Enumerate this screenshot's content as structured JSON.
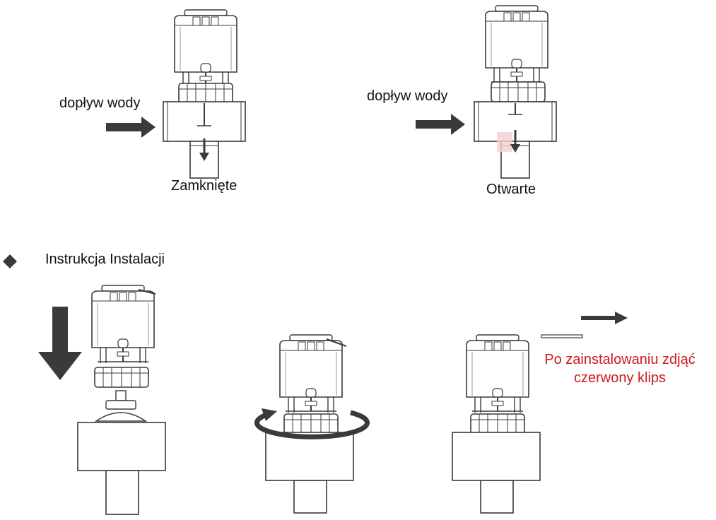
{
  "top_left": {
    "flow_label": "dopływ wody",
    "state_label": "Zamknięte"
  },
  "top_right": {
    "flow_label": "dopływ wody",
    "state_label": "Otwarte"
  },
  "section": {
    "title": "Instrukcja Instalacji"
  },
  "note": {
    "line1": "Po zainstalowaniu zdjąć",
    "line2": "czerwony klips"
  },
  "colors": {
    "outline": "#3a3a3a",
    "arrow": "#3a3a3a",
    "note_text": "#d0191e",
    "highlight": "#f4cfcf"
  }
}
